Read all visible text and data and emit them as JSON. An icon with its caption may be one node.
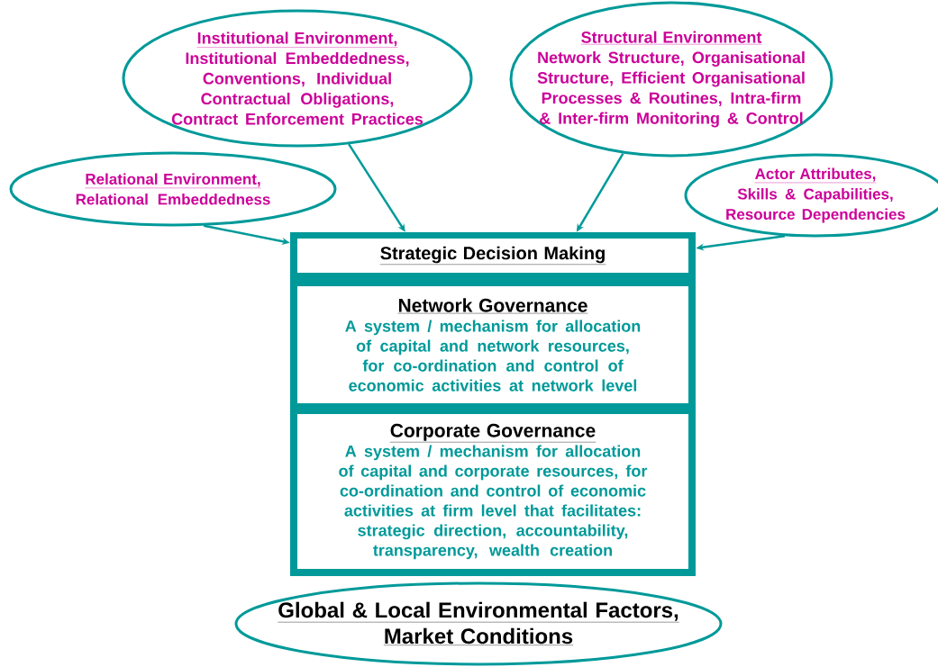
{
  "diagram": {
    "nodes": [
      {
        "text": [
          "Institutional Environment,",
          "Institutional Embeddedness, Conventions, Individual Contractual Obligations, Contract Enforcement Practices"
        ]
      },
      {
        "text": [
          "Structural Environment",
          "Network Structure, Organisational Structure, Efficient Organisational Processes & Routines, Intra-firm & Inter-firm Monitoring & Control"
        ]
      },
      {
        "text": [
          "Relational Environment,",
          "Relational Embeddedness"
        ]
      },
      {
        "text": [
          "Actor Attributes,",
          "Skills & Capabilities, Resource Dependencies"
        ]
      },
      {
        "text": [],
        "shape": "box"
      },
      {
        "text": [
          "Strategic Decision Making"
        ],
        "in": 4
      },
      {
        "text": [
          "Network Governance",
          "A system / mechanism for allocation of capital and network resources, for co-ordination and control of economic activities at network level"
        ],
        "in": 4
      },
      {
        "text": [
          "Corporate Governance",
          "A system / mechanism for allocation of capital and corporate resources, for co-ordination and control of economic activities at firm level that facilitates: strategic direction, accountability, transparency, wealth creation"
        ],
        "in": 4
      },
      {
        "text": [
          "Global & Local Environmental Factors,",
          "Market Conditions"
        ]
      }
    ],
    "edges": [
      {
        "from": 0,
        "to": 4,
        "arrow": "to"
      },
      {
        "from": 1,
        "to": 4,
        "arrow": "to"
      },
      {
        "from": 2,
        "to": 4,
        "arrow": "to"
      },
      {
        "from": 3,
        "to": 4,
        "arrow": "to"
      }
    ]
  }
}
